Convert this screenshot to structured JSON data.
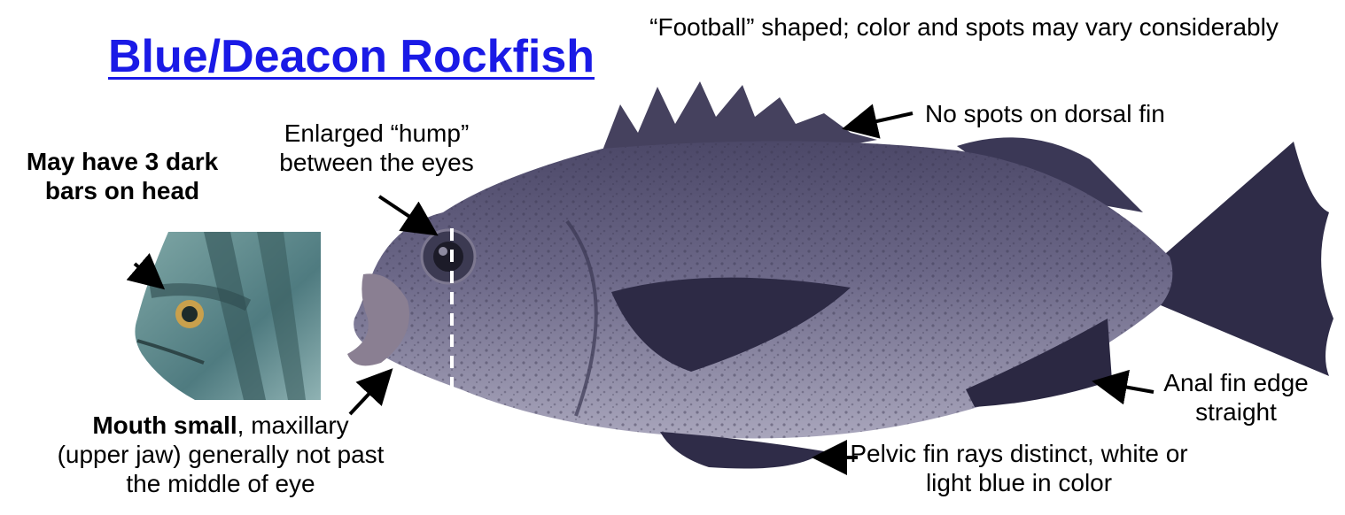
{
  "title": {
    "text": "Blue/Deacon Rockfish",
    "link": true,
    "color": "#1a1ae6"
  },
  "annotations": {
    "shape": "“Football” shaped;  color and spots may vary considerably",
    "dorsal": "No spots on dorsal fin",
    "hump": "Enlarged “hump” between the eyes",
    "bars": "May have 3 dark bars on head",
    "mouth_bold": "Mouth small",
    "mouth_rest": ", maxillary (upper jaw) generally not past the middle of eye",
    "anal": "Anal fin edge straight",
    "pelvic": "Pelvic fin rays distinct, white or light blue in color"
  },
  "images": {
    "main_fish": "blue-deacon-rockfish-photo",
    "inset_head": "rockfish-head-with-dark-bars-photo"
  },
  "colors": {
    "fish_body": "#6a6684",
    "fish_dark": "#2c2a44",
    "inset_water": "#5d8a8c",
    "arrow": "#000000",
    "guide_line": "#ffffff"
  }
}
